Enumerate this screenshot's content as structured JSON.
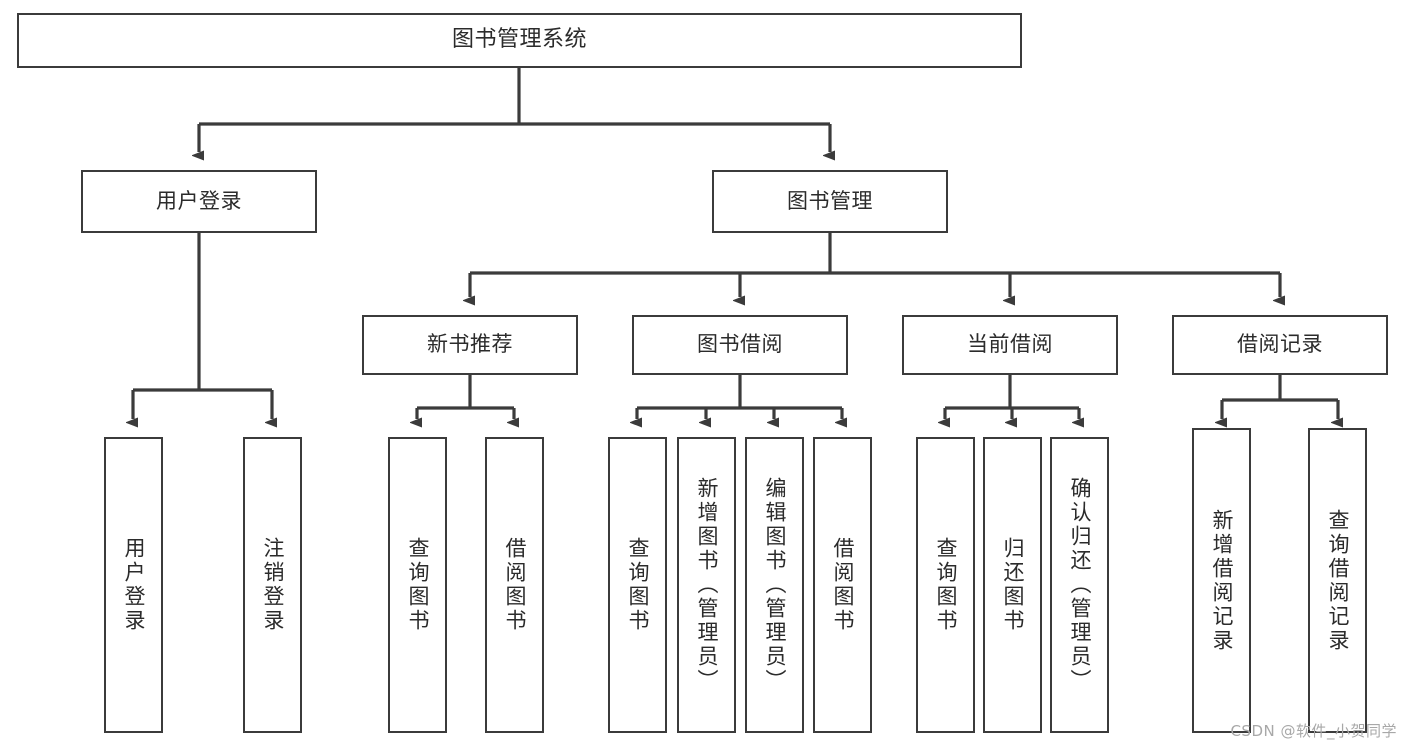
{
  "diagram": {
    "title": "图书管理系统",
    "type": "tree",
    "watermark": "CSDN @软件_小贺同学",
    "colors": {
      "box_border": "#3b3b3b",
      "box_fill": "#ffffff",
      "connector": "#3b3b3b",
      "text": "#2b2b2b",
      "watermark": "#a8a8a8",
      "background": "#ffffff"
    },
    "nodes": {
      "root": {
        "label": "图书管理系统"
      },
      "level2": [
        {
          "id": "user-login",
          "label": "用户登录"
        },
        {
          "id": "book-manage",
          "label": "图书管理"
        }
      ],
      "level3": [
        {
          "id": "new-book-recommend",
          "label": "新书推荐"
        },
        {
          "id": "book-borrow",
          "label": "图书借阅"
        },
        {
          "id": "current-borrow",
          "label": "当前借阅"
        },
        {
          "id": "borrow-record",
          "label": "借阅记录"
        }
      ],
      "leaves": {
        "user-login": [
          {
            "id": "leaf-user-login",
            "label": "用户登录"
          },
          {
            "id": "leaf-logout",
            "label": "注销登录"
          }
        ],
        "new-book-recommend": [
          {
            "id": "leaf-query-book-1",
            "label": "查询图书"
          },
          {
            "id": "leaf-borrow-book-1",
            "label": "借阅图书"
          }
        ],
        "book-borrow": [
          {
            "id": "leaf-query-book-2",
            "label": "查询图书"
          },
          {
            "id": "leaf-add-book",
            "label": "新增图书（管理员）"
          },
          {
            "id": "leaf-edit-book",
            "label": "编辑图书（管理员）"
          },
          {
            "id": "leaf-borrow-book-2",
            "label": "借阅图书"
          }
        ],
        "current-borrow": [
          {
            "id": "leaf-query-book-3",
            "label": "查询图书"
          },
          {
            "id": "leaf-return-book",
            "label": "归还图书"
          },
          {
            "id": "leaf-confirm-return",
            "label": "确认归还（管理员）"
          }
        ],
        "borrow-record": [
          {
            "id": "leaf-add-record",
            "label": "新增借阅记录"
          },
          {
            "id": "leaf-query-record",
            "label": "查询借阅记录"
          }
        ]
      }
    }
  }
}
